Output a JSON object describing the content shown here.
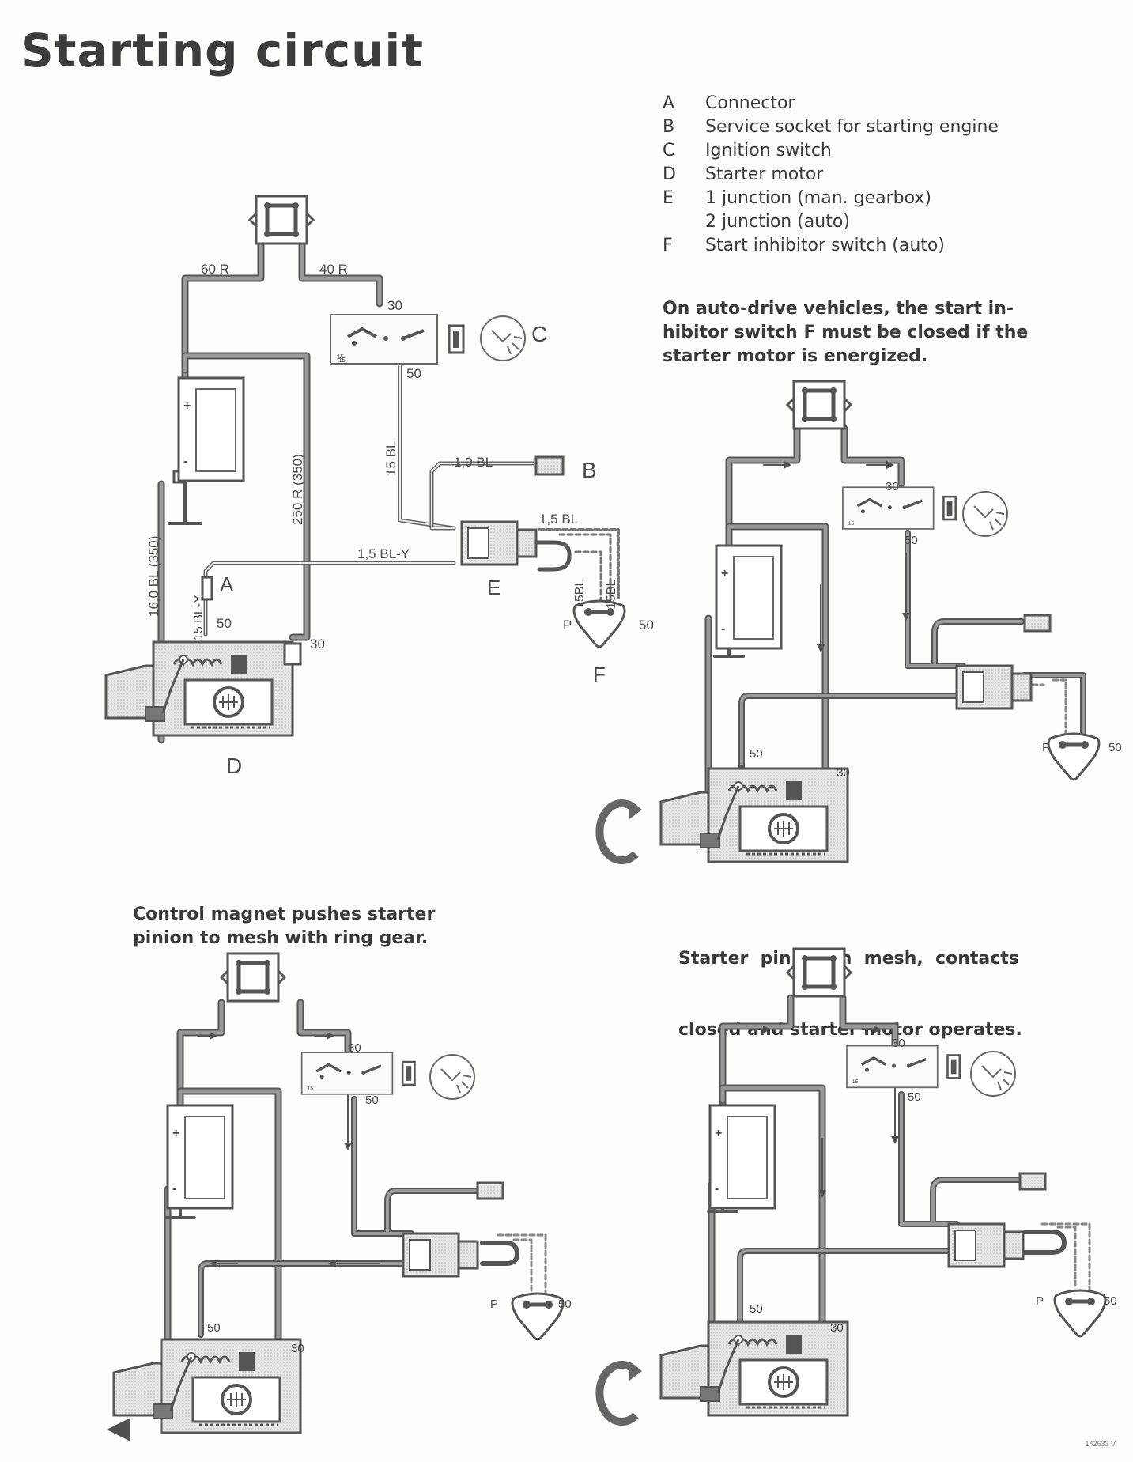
{
  "title": "Starting circuit",
  "legend": [
    {
      "key": "A",
      "text": "Connector"
    },
    {
      "key": "B",
      "text": "Service socket for starting engine"
    },
    {
      "key": "C",
      "text": "Ignition switch"
    },
    {
      "key": "D",
      "text": "Starter motor"
    },
    {
      "key": "E",
      "text": "1 junction (man. gearbox)"
    },
    {
      "key": "",
      "text": "2 junction (auto)"
    },
    {
      "key": "F",
      "text": "Start inhibitor switch (auto)"
    }
  ],
  "notes": {
    "auto_drive_lines": [
      "On auto-drive vehicles, the start in-",
      "hibitor switch F must be closed if the",
      "starter motor is energized."
    ],
    "control_magnet_lines": [
      "Control magnet pushes starter",
      "pinion to mesh with ring gear."
    ],
    "pinion_mesh_lines": [
      "Starter  pinion  in  mesh,  contacts",
      "closed and starter motor operates."
    ]
  },
  "main_diagram": {
    "wires": {
      "w60r": "60 R",
      "w40r": "40 R",
      "w15bl": "15 BL",
      "w10bl": "1,0 BL",
      "w15bl_top": "1,5 BL",
      "w15bly": "1,5 BL-Y",
      "w250r": "250 R (350)",
      "w160bl": "16,0 BL (350)",
      "w15bly_v": "15 BL-Y",
      "w15bl_f1": "15BL",
      "w15bl_f2": "15BL"
    },
    "terminals": {
      "t30": "30",
      "t50": "50",
      "t15": "15",
      "p": "P"
    },
    "labels": {
      "a": "A",
      "b": "B",
      "c": "C",
      "d": "D",
      "e": "E",
      "f": "F"
    }
  },
  "image_code": "142633 V",
  "colors": {
    "wire": "#6f6f6f",
    "wire_dark": "#4f4f4f",
    "component": "#e3e3e3",
    "text": "#3a3a3a"
  }
}
